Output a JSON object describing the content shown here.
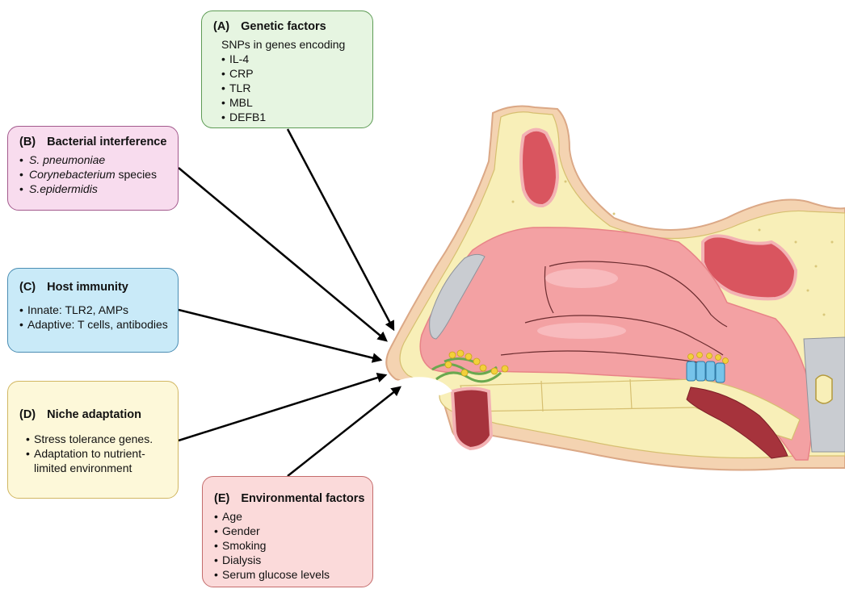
{
  "boxes": {
    "a": {
      "label": "(A)",
      "title": "Genetic factors",
      "subtitle": "SNPs in genes encoding",
      "items": [
        "IL-4",
        "CRP",
        "TLR",
        "MBL",
        "DEFB1"
      ]
    },
    "b": {
      "label": "(B)",
      "title": "Bacterial interference",
      "items": [
        {
          "italic": "S. pneumoniae",
          "rest": ""
        },
        {
          "italic": "Corynebacterium",
          "rest": " species"
        },
        {
          "italic": "S.epidermidis",
          "rest": ""
        }
      ]
    },
    "c": {
      "label": "(C)",
      "title": "Host immunity",
      "items": [
        "Innate: TLR2, AMPs",
        "Adaptive: T cells, antibodies"
      ]
    },
    "d": {
      "label": "(D)",
      "title": "Niche adaptation",
      "items": [
        "Stress tolerance genes.",
        "Adaptation to nutrient-limited environment"
      ]
    },
    "e": {
      "label": "(E)",
      "title": "Environmental factors",
      "items": [
        "Age",
        "Gender",
        "Smoking",
        "Dialysis",
        "Serum glucose levels"
      ]
    }
  },
  "colors": {
    "genetic": "#e6f5e1",
    "bacterial": "#f8dcee",
    "immunity": "#c9eaf8",
    "niche": "#fdf8d9",
    "environmental": "#fbdada",
    "mucosa": "#f3a1a3",
    "bone": "#f7eeb5",
    "sinus": "#d9555f"
  }
}
